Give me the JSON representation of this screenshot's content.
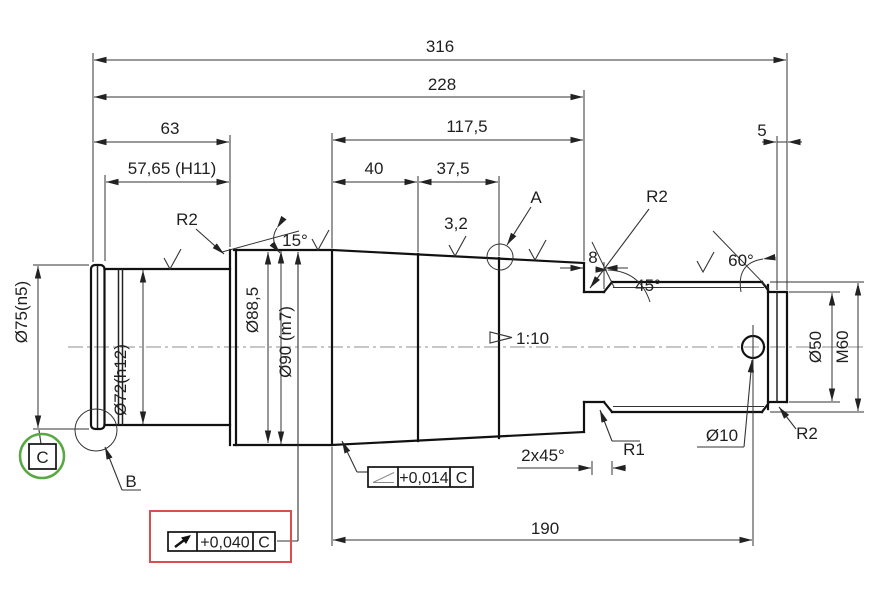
{
  "drawing": {
    "subject": "stepped-shaft-technical-drawing",
    "dims": {
      "overall": "316",
      "to_taper_end": "228",
      "taper_length": "117,5",
      "left_section": "63",
      "fit_length": "57,65 (H11)",
      "taper_seg_a": "40",
      "taper_seg_b": "37,5",
      "end_collar": "5",
      "groove_width": "8",
      "to_hole": "190",
      "thread_chamfer": "2x45°"
    },
    "dia": {
      "d75": "Ø75(n5)",
      "d72": "Ø72(h12)",
      "d885": "Ø88,5",
      "d90": "Ø90 (m7)",
      "d50": "Ø50",
      "m60": "M60",
      "d10": "Ø10"
    },
    "ang": {
      "a15": "15°",
      "a45": "45°",
      "a60": "60°"
    },
    "rad": {
      "top_left": "R2",
      "top_right": "R2",
      "r1": "R1",
      "bottom_right": "R2"
    },
    "misc": {
      "taper_ratio": "1:10",
      "roughness": "3,2",
      "detail_a": "A",
      "detail_b": "B",
      "datum": "C"
    },
    "frames": {
      "slope_value": "+0,014",
      "slope_datum": "C",
      "runout_value": "+0,040",
      "runout_datum": "C"
    },
    "colors": {
      "red": "#d94f4f",
      "green": "#58a844"
    }
  }
}
